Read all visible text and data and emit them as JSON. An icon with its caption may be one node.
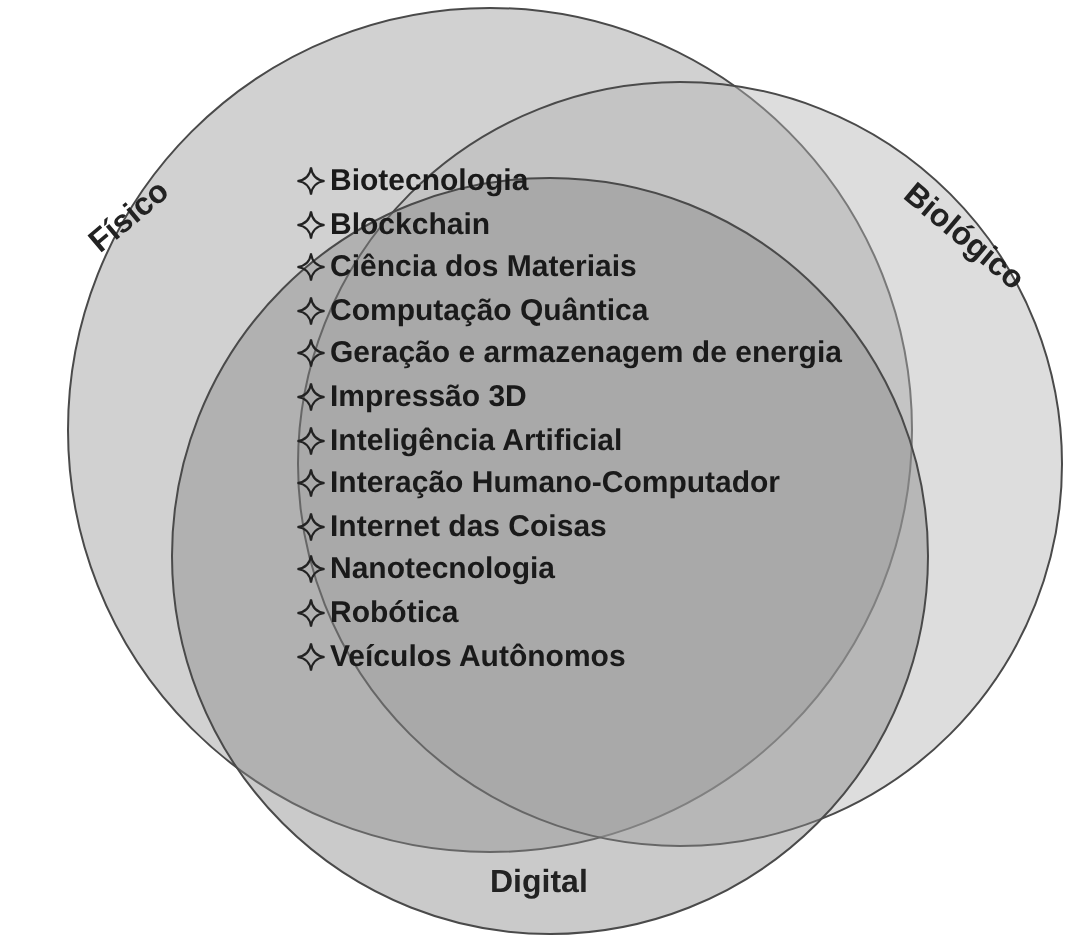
{
  "diagram": {
    "nodes": [
      {
        "text": [
          "Físico"
        ]
      },
      {
        "text": [
          "Biológico"
        ]
      },
      {
        "text": [
          "Digital"
        ]
      }
    ],
    "labels": [
      "Biotecnologia",
      "Blockchain",
      "Ciência dos Materiais",
      "Computação Quântica",
      "Geração e armazenagem de energia",
      "Impressão 3D",
      "Inteligência Artificial",
      "Interação Humano-Computador",
      "Internet das Coisas",
      "Nanotecnologia",
      "Robótica",
      "Veículos Autônomos"
    ]
  }
}
